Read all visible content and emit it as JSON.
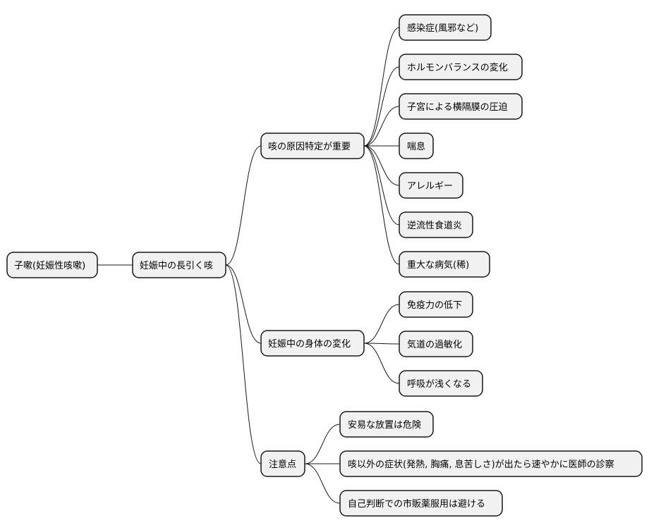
{
  "root": {
    "label": "子嗽(妊娠性咳嗽)",
    "child": {
      "label": "妊娠中の長引く咳",
      "branches": [
        {
          "label": "咳の原因特定が重要",
          "items": [
            "感染症(風邪など)",
            "ホルモンバランスの変化",
            "子宮による横隔膜の圧迫",
            "喘息",
            "アレルギー",
            "逆流性食道炎",
            "重大な病気(稀)"
          ]
        },
        {
          "label": "妊娠中の身体の変化",
          "items": [
            "免疫力の低下",
            "気道の過敏化",
            "呼吸が浅くなる"
          ]
        },
        {
          "label": "注意点",
          "items": [
            "安易な放置は危険",
            "咳以外の症状(発熱, 胸痛, 息苦しさ)が出たら速やかに医師の診察",
            "自己判断での市販薬服用は避ける"
          ]
        }
      ]
    }
  }
}
